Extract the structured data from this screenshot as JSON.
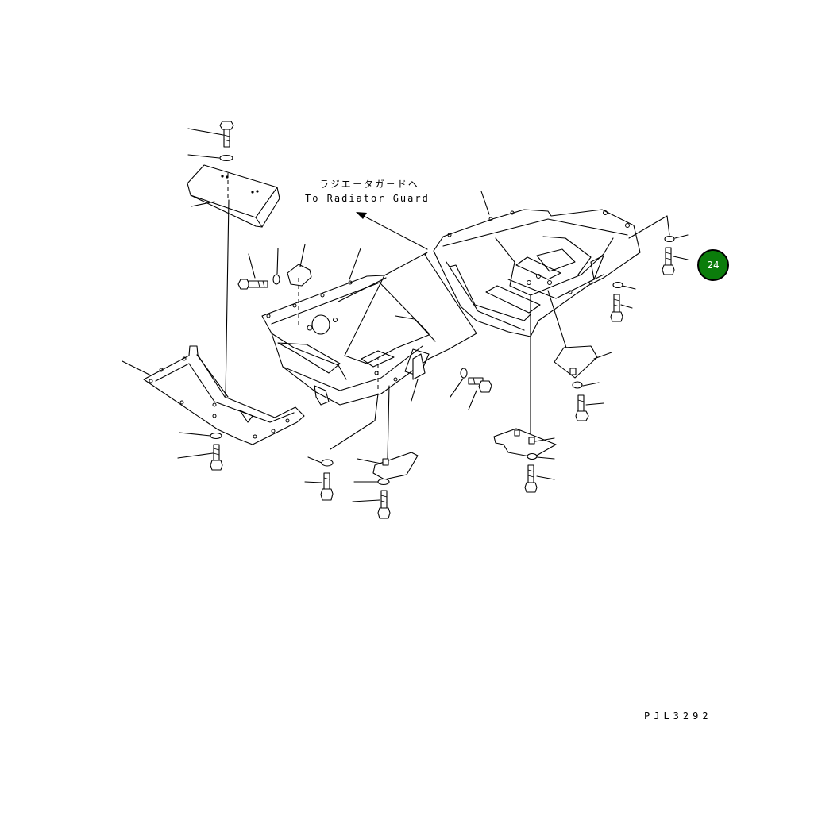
{
  "note": {
    "japanese": "ラジエ－タガ－ドヘ",
    "english": "To Radiator Guard"
  },
  "drawing_number": "PJL3292",
  "badge": {
    "label": "24",
    "color": "#0b7d0b"
  }
}
